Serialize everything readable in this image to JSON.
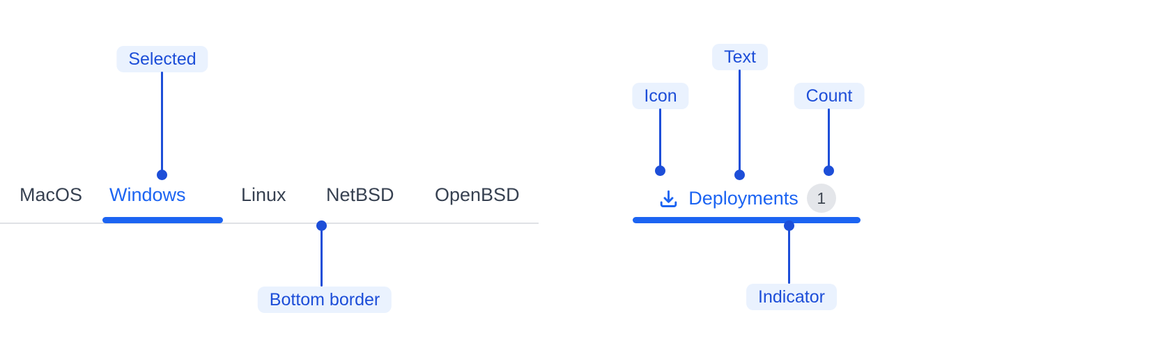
{
  "annotations": {
    "selected_label": "Selected",
    "bottom_border_label": "Bottom border",
    "icon_label": "Icon",
    "text_label": "Text",
    "count_label": "Count",
    "indicator_label": "Indicator"
  },
  "tabs": {
    "items": [
      {
        "label": "MacOS",
        "selected": false
      },
      {
        "label": "Windows",
        "selected": true
      },
      {
        "label": "Linux",
        "selected": false
      },
      {
        "label": "NetBSD",
        "selected": false
      },
      {
        "label": "OpenBSD",
        "selected": false
      }
    ]
  },
  "deployments_tab": {
    "icon": "download-icon",
    "label": "Deployments",
    "count": "1"
  },
  "colors": {
    "accent": "#1C64F2",
    "annotation": "#1D4ED8",
    "annotation_pill_bg": "#EAF2FE",
    "tab_text": "#374151",
    "divider": "#DFE1E5",
    "badge_bg": "#E4E6EA",
    "badge_text": "#3F4752",
    "background": "#FFFFFF"
  }
}
